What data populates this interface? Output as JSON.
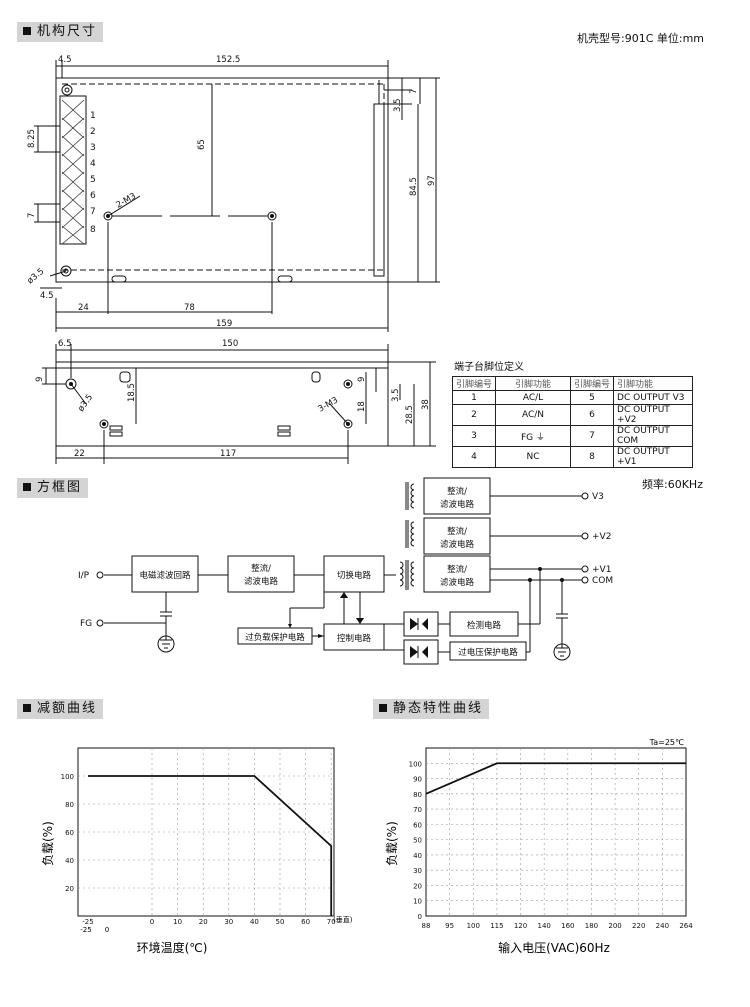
{
  "sections": {
    "mech": "机构尺寸",
    "block": "方框图",
    "derating": "减额曲线",
    "static": "静态特性曲线"
  },
  "case_note": "机壳型号:901C 单位:mm",
  "freq_note": "频率:60KHz",
  "top_view": {
    "pins": [
      "1",
      "2",
      "3",
      "4",
      "5",
      "6",
      "7",
      "8"
    ],
    "dims": {
      "w1525": "152.5",
      "d45a": "4.5",
      "d45b": "4.5",
      "d65": "65",
      "d825": "8.25",
      "d7a": "7",
      "d2m3": "2-M3",
      "d35": "ø3.5",
      "d24": "24",
      "d78": "78",
      "d159": "159",
      "d35b": "3.5",
      "d7b": "7",
      "d845": "84.5",
      "d97": "97"
    }
  },
  "side_view": {
    "dims": {
      "d65": "6.5",
      "d150": "150",
      "d9a": "9",
      "d185": "18.5",
      "d35": "ø3.5",
      "d9b": "9",
      "d18": "18",
      "d3m3": "3-M3",
      "d35b": "3.5",
      "d285": "28.5",
      "d38": "38",
      "d22": "22",
      "d117": "117"
    }
  },
  "pin_table": {
    "title": "端子台脚位定义",
    "headers": [
      "引脚编号",
      "引脚功能",
      "引脚编号",
      "引脚功能"
    ],
    "rows": [
      [
        "1",
        "AC/L",
        "5",
        "DC OUTPUT V3"
      ],
      [
        "2",
        "AC/N",
        "6",
        "DC OUTPUT +V2"
      ],
      [
        "3",
        "FG ⏚",
        "7",
        "DC OUTPUT COM"
      ],
      [
        "4",
        "NC",
        "8",
        "DC OUTPUT +V1"
      ]
    ]
  },
  "block_diagram": {
    "emi": "电磁滤波回路",
    "rect1a": "整流/",
    "rect1b": "滤波电路",
    "switch": "切换电路",
    "out_v3a": "整流/",
    "out_v3b": "滤波电路",
    "out_v2a": "整流/",
    "out_v2b": "滤波电路",
    "out_v1a": "整流/",
    "out_v1b": "滤波电路",
    "olp": "过负载保护电路",
    "ctrl": "控制电路",
    "detect": "检测电路",
    "ovp": "过电压保护电路",
    "ip": "I/P",
    "fg": "FG",
    "v3": "V3",
    "v2": "+V2",
    "v1": "+V1",
    "com": "COM"
  },
  "derating_chart": {
    "type": "line",
    "x": [
      -25,
      40,
      70,
      70
    ],
    "y": [
      100,
      100,
      50,
      0
    ],
    "xticks": [
      "-25",
      "0",
      "10",
      "20",
      "30",
      "40",
      "50",
      "60",
      "70"
    ],
    "xticks2": [
      "-25",
      "0"
    ],
    "yticks": [
      "100",
      "80",
      "60",
      "40",
      "20"
    ],
    "xlabel": "环境温度(℃)",
    "ylabel": "负载(%)",
    "axis_note": "(垂直)",
    "xlim": [
      -25,
      75
    ],
    "ylim": [
      0,
      120
    ]
  },
  "static_chart": {
    "type": "line",
    "x": [
      88,
      115,
      264
    ],
    "y": [
      80,
      100,
      100
    ],
    "xticks": [
      "88",
      "95",
      "100",
      "115",
      "120",
      "140",
      "160",
      "180",
      "200",
      "220",
      "240",
      "264"
    ],
    "yticks": [
      "100",
      "90",
      "80",
      "70",
      "60",
      "50",
      "40",
      "30",
      "20",
      "10",
      "0"
    ],
    "xlabel": "输入电压(VAC)60Hz",
    "ylabel": "负载(%)",
    "note": "Ta=25℃",
    "ylim": [
      0,
      110
    ]
  }
}
